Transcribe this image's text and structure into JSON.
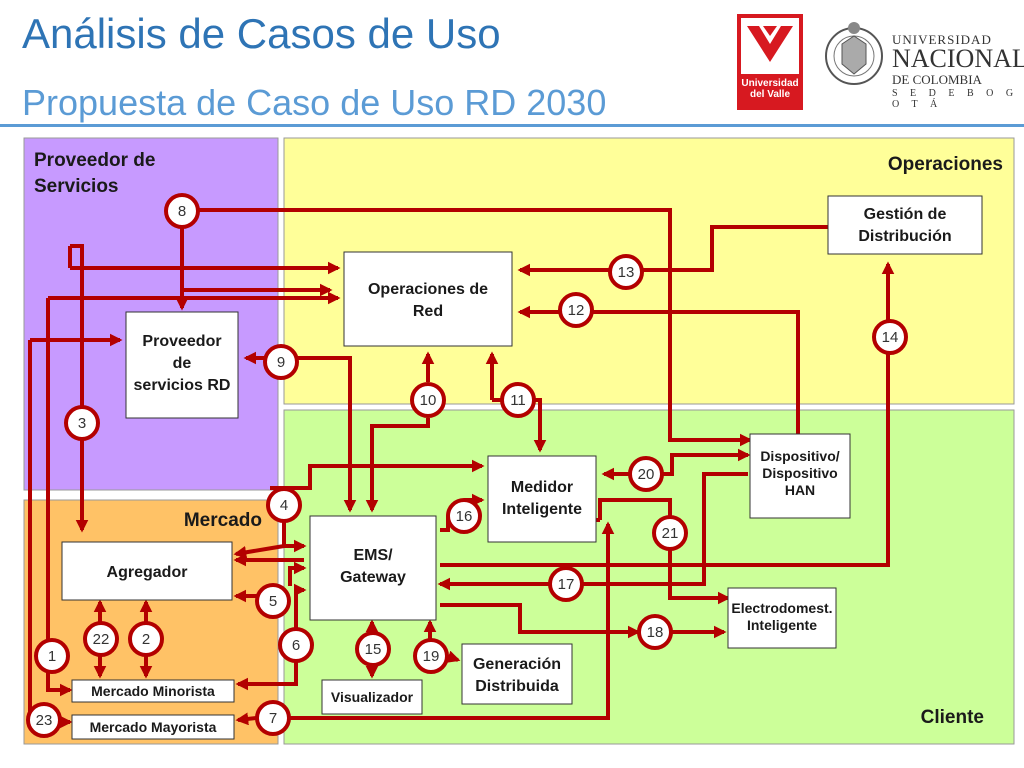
{
  "header": {
    "title": "Análisis de Casos de Uso",
    "subtitle": "Propuesta de Caso de Uso RD 2030"
  },
  "logos": {
    "univalle": "Universidad del Valle",
    "unal": {
      "line1": "UNIVERSIDAD",
      "line2": "NACIONAL",
      "line3": "DE COLOMBIA",
      "line4": "S E D E  B O G O T Á"
    }
  },
  "zones": {
    "proveedor": "Proveedor de Servicios",
    "operaciones": "Operaciones",
    "mercado": "Mercado",
    "cliente": "Cliente"
  },
  "boxes": {
    "gestion": [
      "Gestión de",
      "Distribución"
    ],
    "operaciones_red": [
      "Operaciones de",
      "Red"
    ],
    "proveedor_rd": [
      "Proveedor",
      "de",
      "servicios RD"
    ],
    "medidor": [
      "Medidor",
      "Inteligente"
    ],
    "dispositivo": [
      "Dispositivo/",
      "Dispositivo",
      "HAN"
    ],
    "ems": [
      "EMS/",
      "Gateway"
    ],
    "agregador": [
      "Agregador"
    ],
    "electrodom": [
      "Electrodomest.",
      "Inteligente"
    ],
    "visualizador": [
      "Visualizador"
    ],
    "generacion": [
      "Generación",
      "Distribuida"
    ],
    "minorista": [
      "Mercado Minorista"
    ],
    "mayorista": [
      "Mercado Mayorista"
    ]
  },
  "interfaces": [
    "1",
    "2",
    "3",
    "4",
    "5",
    "6",
    "7",
    "8",
    "9",
    "10",
    "11",
    "12",
    "13",
    "14",
    "15",
    "16",
    "17",
    "18",
    "19",
    "20",
    "21",
    "22",
    "23"
  ],
  "colors": {
    "proveedor_zone": "#c79aff",
    "operaciones_zone": "#ffff99",
    "mercado_zone": "#ffc266",
    "cliente_zone": "#ccff99",
    "arrow": "#b30000",
    "title": "#2e74b5",
    "univalle_red": "#d71920"
  }
}
